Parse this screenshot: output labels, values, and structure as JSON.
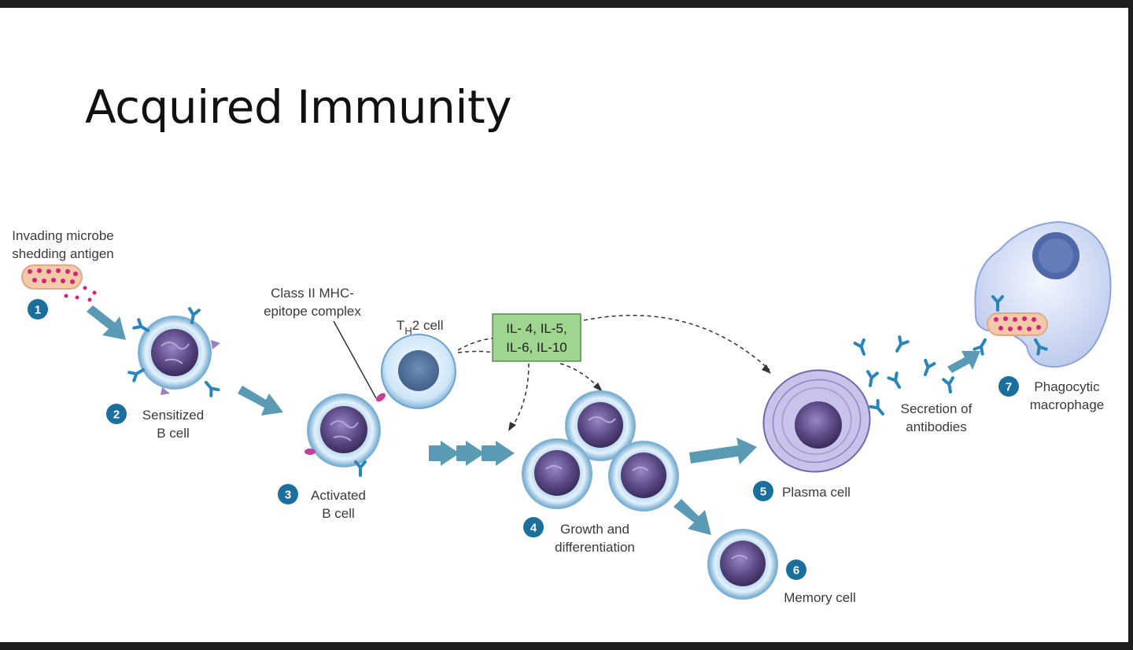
{
  "slide": {
    "title": "Acquired Immunity"
  },
  "steps": [
    {
      "number": "1",
      "label_lines": [
        "Invading microbe",
        "shedding antigen"
      ]
    },
    {
      "number": "2",
      "label_lines": [
        "Sensitized",
        "B cell"
      ]
    },
    {
      "number": "3",
      "label_lines": [
        "Activated",
        "B cell"
      ]
    },
    {
      "number": "4",
      "label_lines": [
        "Growth and",
        "differentiation"
      ]
    },
    {
      "number": "5",
      "label_lines": [
        "Plasma cell"
      ]
    },
    {
      "number": "6",
      "label_lines": [
        "Memory cell"
      ]
    },
    {
      "number": "7",
      "label_lines": [
        "Phagocytic",
        "macrophage"
      ]
    }
  ],
  "annotations": {
    "mhc_complex": [
      "Class II MHC-",
      "epitope complex"
    ],
    "th2_cell_main": "T",
    "th2_cell_sub": "H",
    "th2_cell_rest": "2 cell",
    "interleukins": [
      "IL- 4, IL-5,",
      "IL-6,  IL-10"
    ],
    "antibody_secretion": [
      "Secretion of",
      "antibodies"
    ]
  },
  "colors": {
    "step_badge": "#1a6f9c",
    "arrow": "#5b9ab5",
    "interleukin_box": "#9ed68f",
    "cell_halo": "#cfe6f5",
    "nucleus": "#5d4a86",
    "antibody": "#2a86b8",
    "microbe_dots": "#d0257a"
  }
}
